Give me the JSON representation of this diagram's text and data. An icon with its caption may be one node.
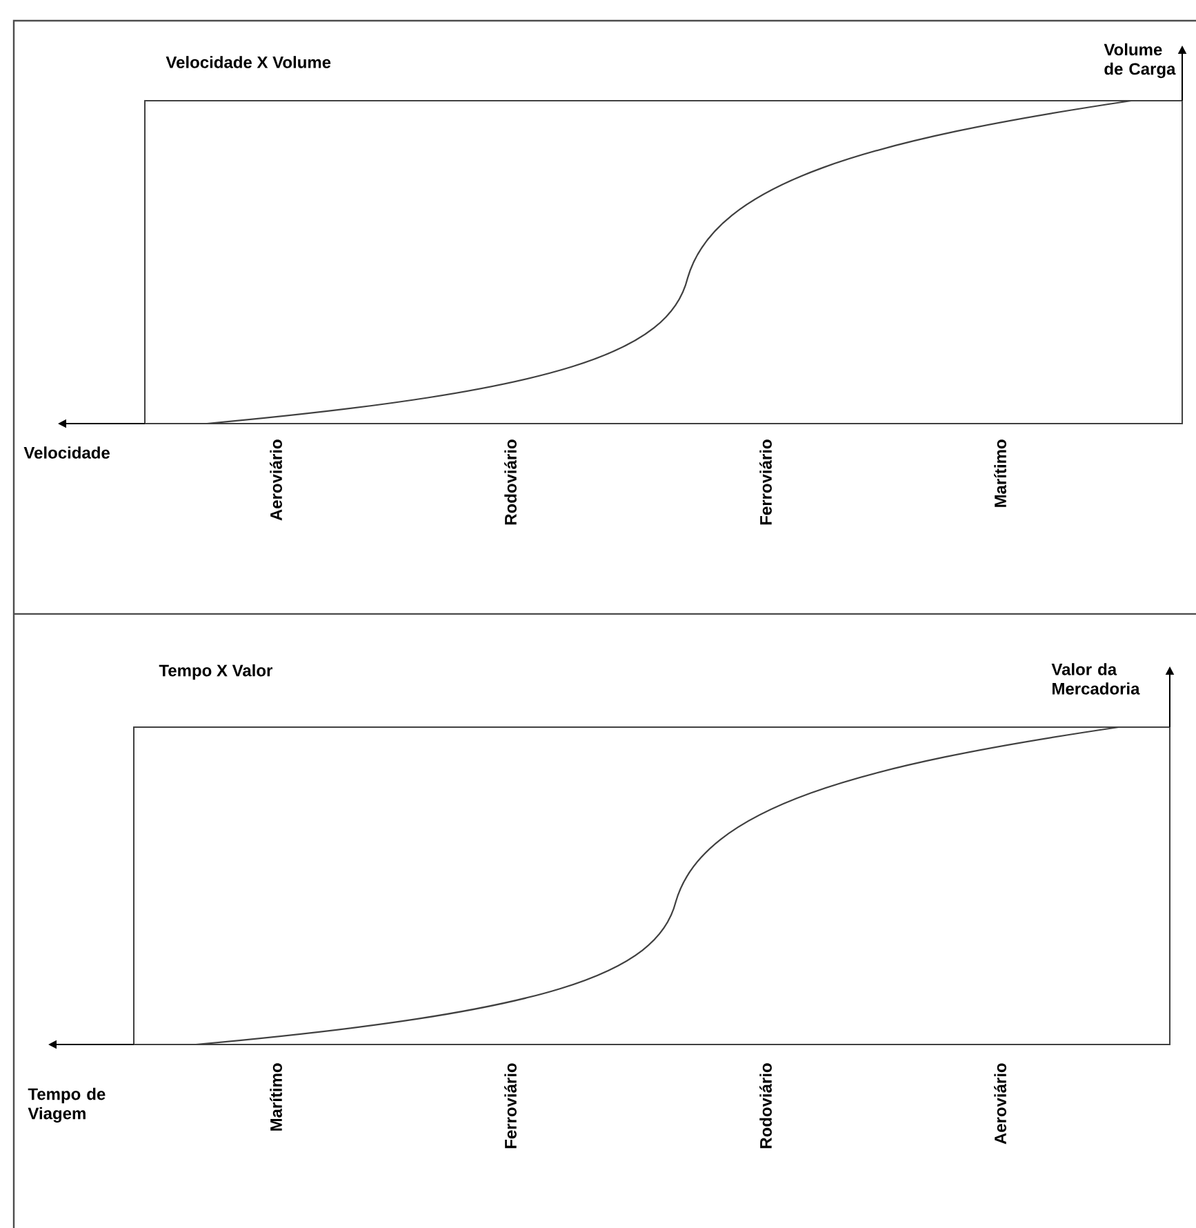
{
  "diagram": {
    "labels": [
      "Velocidade X Volume",
      "Volume de Carga",
      "Velocidade",
      "Aeroviário",
      "Rodoviário",
      "Ferroviário",
      "Marítimo",
      "Tempo X Valor",
      "Valor da Mercadoria",
      "Tempo de Viagem",
      "Marítimo",
      "Ferroviário",
      "Rodoviário",
      "Aeroviário"
    ]
  }
}
